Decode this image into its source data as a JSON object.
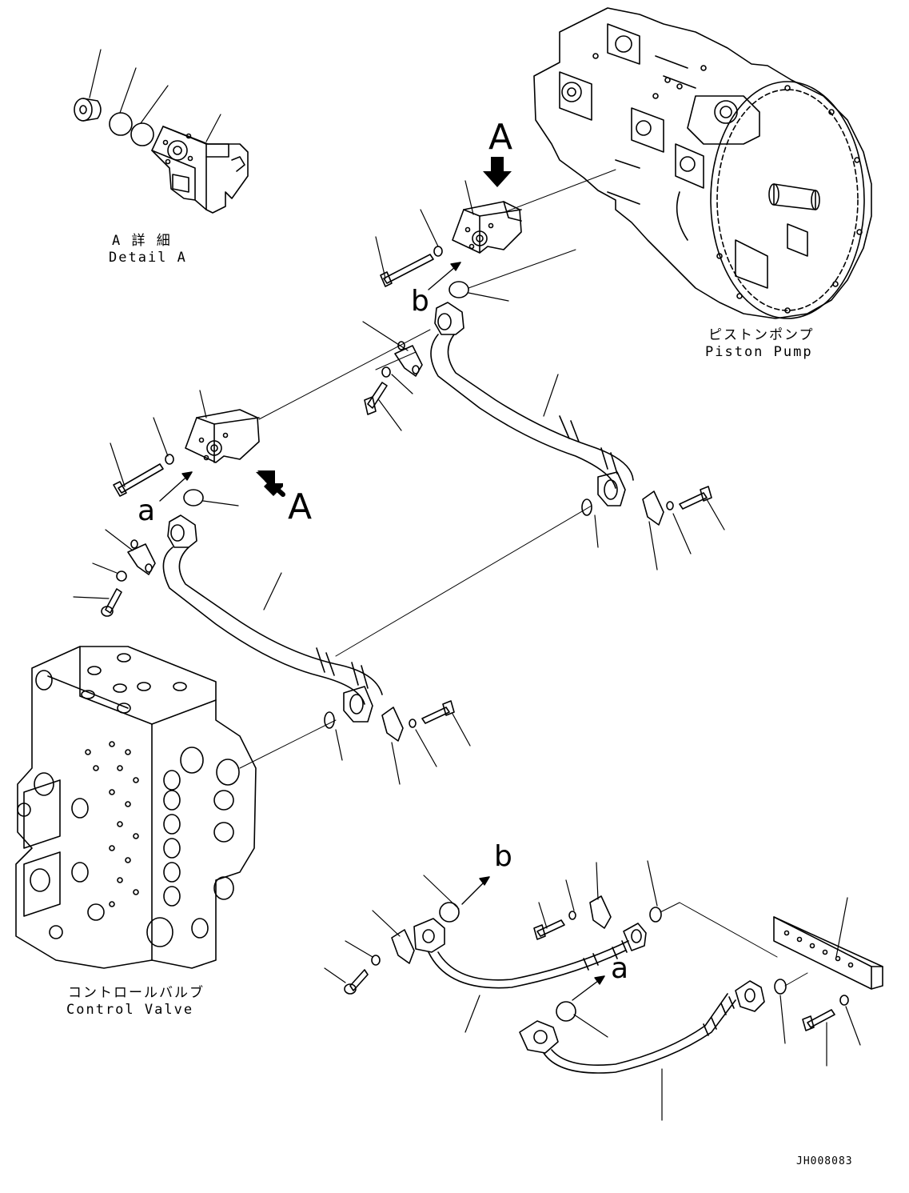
{
  "labels": {
    "detail_jp": "A 詳 細",
    "detail_en": "Detail A",
    "pump_jp": "ピストンポンプ",
    "pump_en": "Piston Pump",
    "valve_jp": "コントロールバルブ",
    "valve_en": "Control Valve",
    "view_a_top": "A",
    "view_a_mid": "A",
    "mark_b_top": "b",
    "mark_a_mid": "a",
    "mark_b_bottom": "b",
    "mark_a_bottom": "a",
    "drawing_id": "JH008083"
  },
  "colors": {
    "line": "#000000",
    "background": "#ffffff"
  }
}
